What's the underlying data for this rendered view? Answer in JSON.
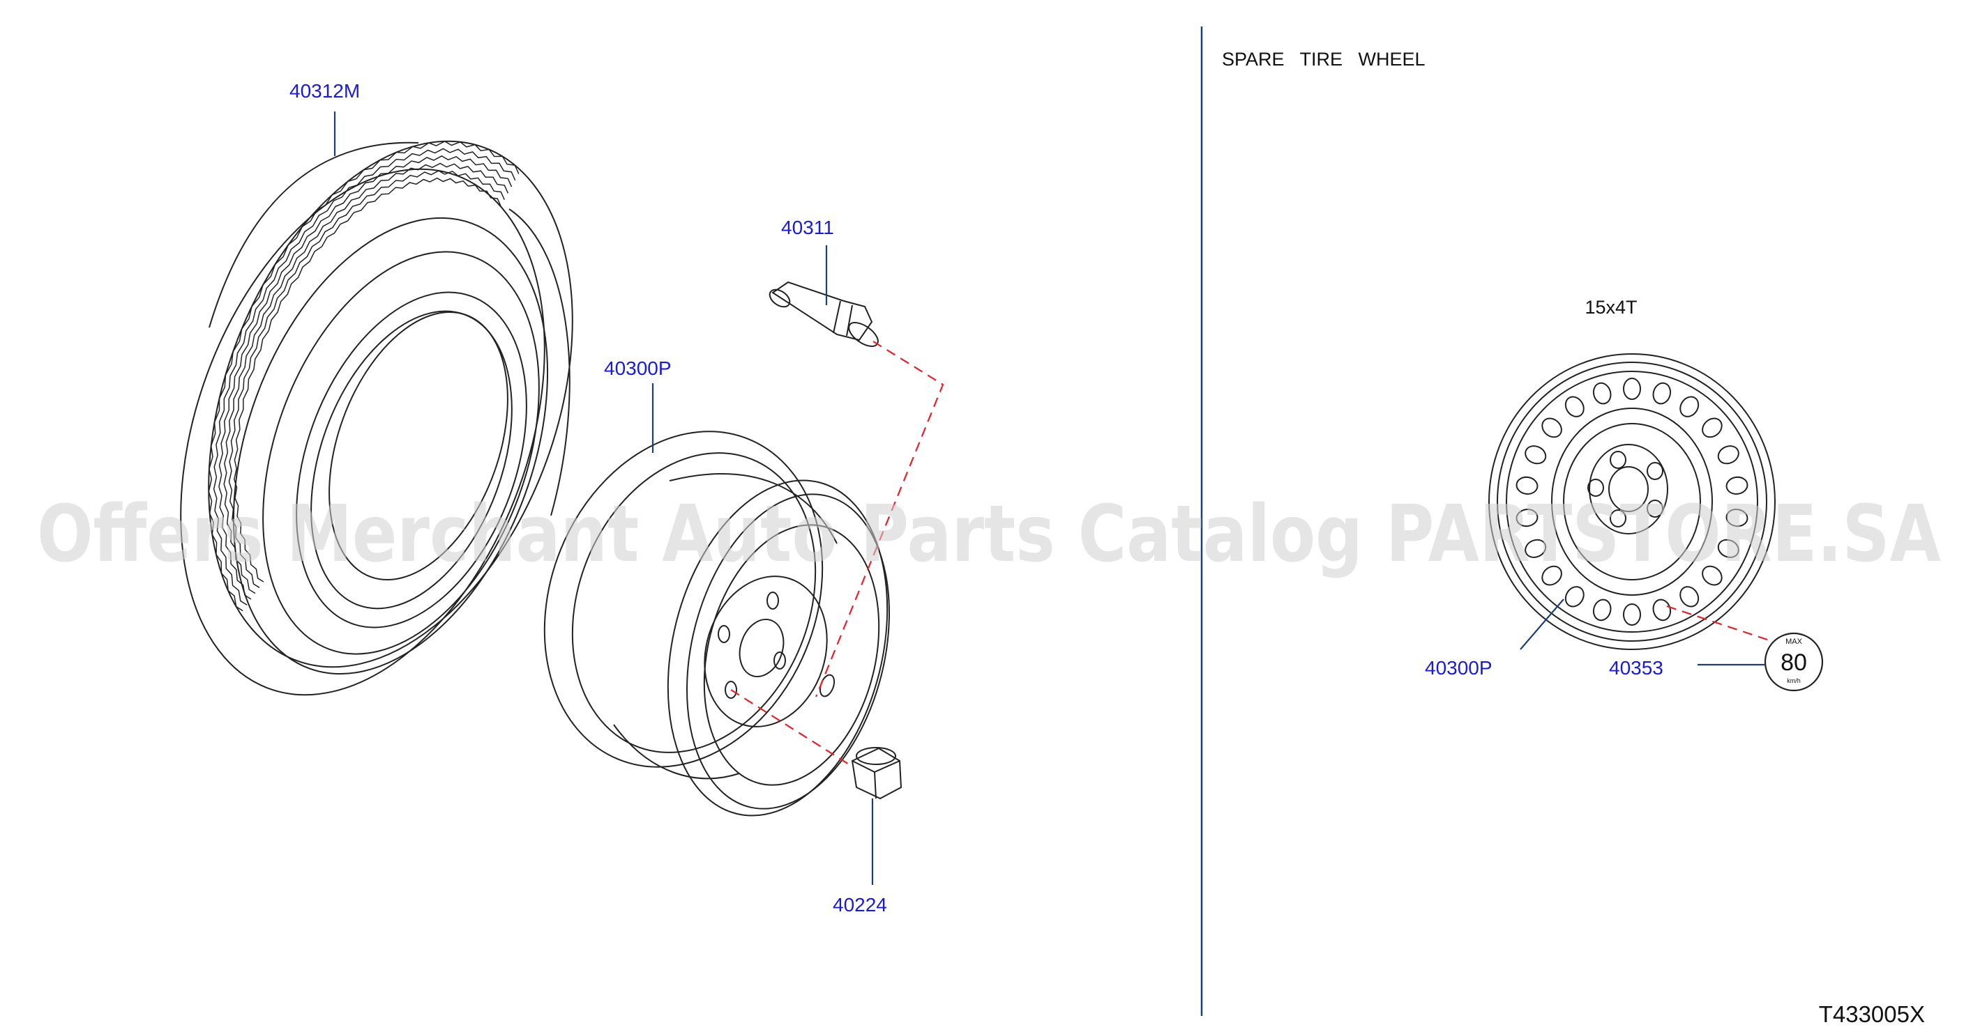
{
  "diagram": {
    "section_title": "SPARE   TIRE   WHEEL",
    "wheel_size": "15x4T",
    "drawing_code": "T433005X",
    "watermark": "Offers Merchant Auto Parts Catalog PARTSTORE.SA",
    "speed_sticker": {
      "max_label": "MAX",
      "speed": "80",
      "unit": "km/h"
    },
    "callouts": {
      "tire": "40312M",
      "valve": "40311",
      "wheel": "40300P",
      "nut": "40224",
      "spare_wheel": "40300P",
      "sticker": "40353"
    },
    "colors": {
      "callout": "#1a1adf",
      "leader": "#1b3f7a",
      "dashed": "#e8202a",
      "watermark": "#cfcfcf"
    }
  }
}
